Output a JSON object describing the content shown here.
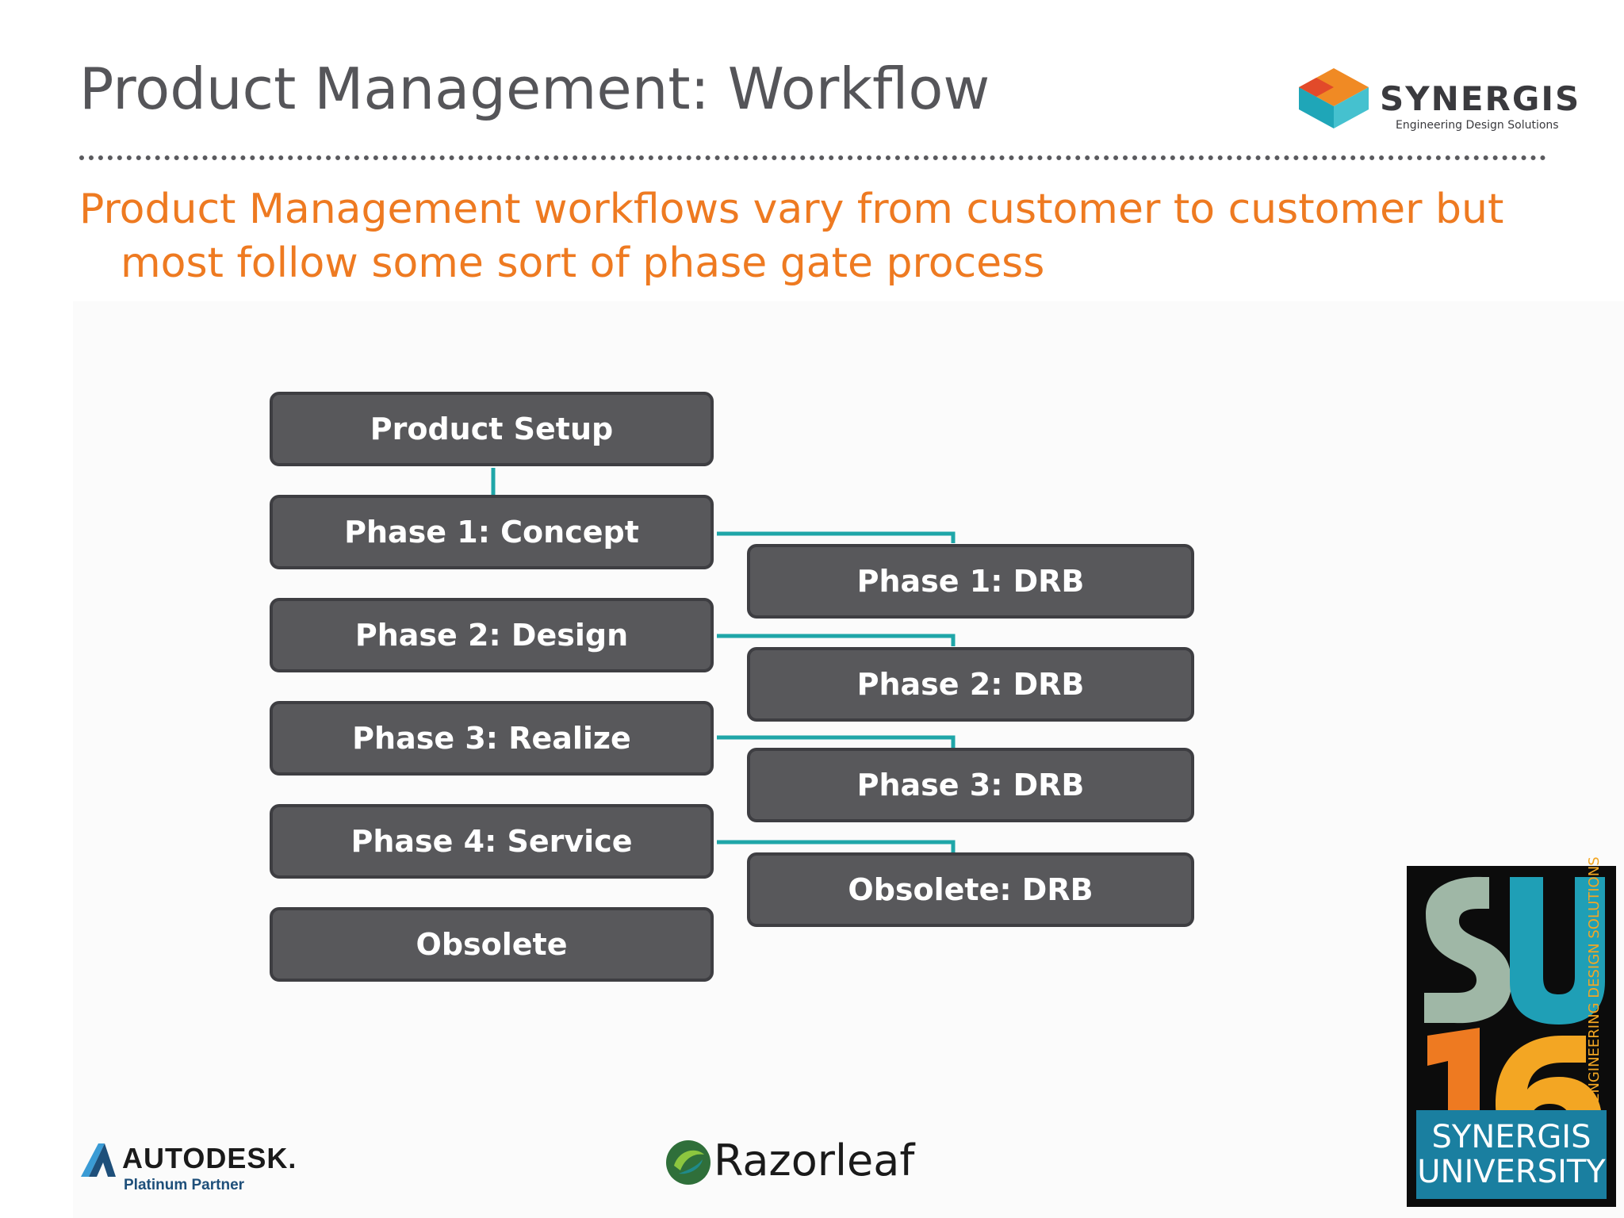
{
  "slide": {
    "title": "Product Management: Workflow",
    "subtitle": "Product Management workflows vary from customer to customer but most follow some sort of phase gate process"
  },
  "logos": {
    "synergis_word": "SYNERGIS",
    "synergis_tagline": "Engineering Design Solutions",
    "autodesk_word": "AUTODESK.",
    "autodesk_sub": "Platinum Partner",
    "razorleaf_word": "Razorleaf",
    "su_vertical": "ENGINEERING DESIGN SOLUTIONS",
    "su_line1": "SYNERGIS",
    "su_line2": "UNIVERSITY"
  },
  "workflow": {
    "phases": [
      "Product Setup",
      "Phase 1: Concept",
      "Phase 2: Design",
      "Phase 3: Realize",
      "Phase 4: Service",
      "Obsolete"
    ],
    "reviews": [
      "Phase 1: DRB",
      "Phase 2: DRB",
      "Phase 3: DRB",
      "Obsolete: DRB"
    ]
  },
  "colors": {
    "title": "#555559",
    "subtitle": "#ee7a21",
    "box_fill": "#58585b",
    "connector": "#1fa6a8"
  }
}
